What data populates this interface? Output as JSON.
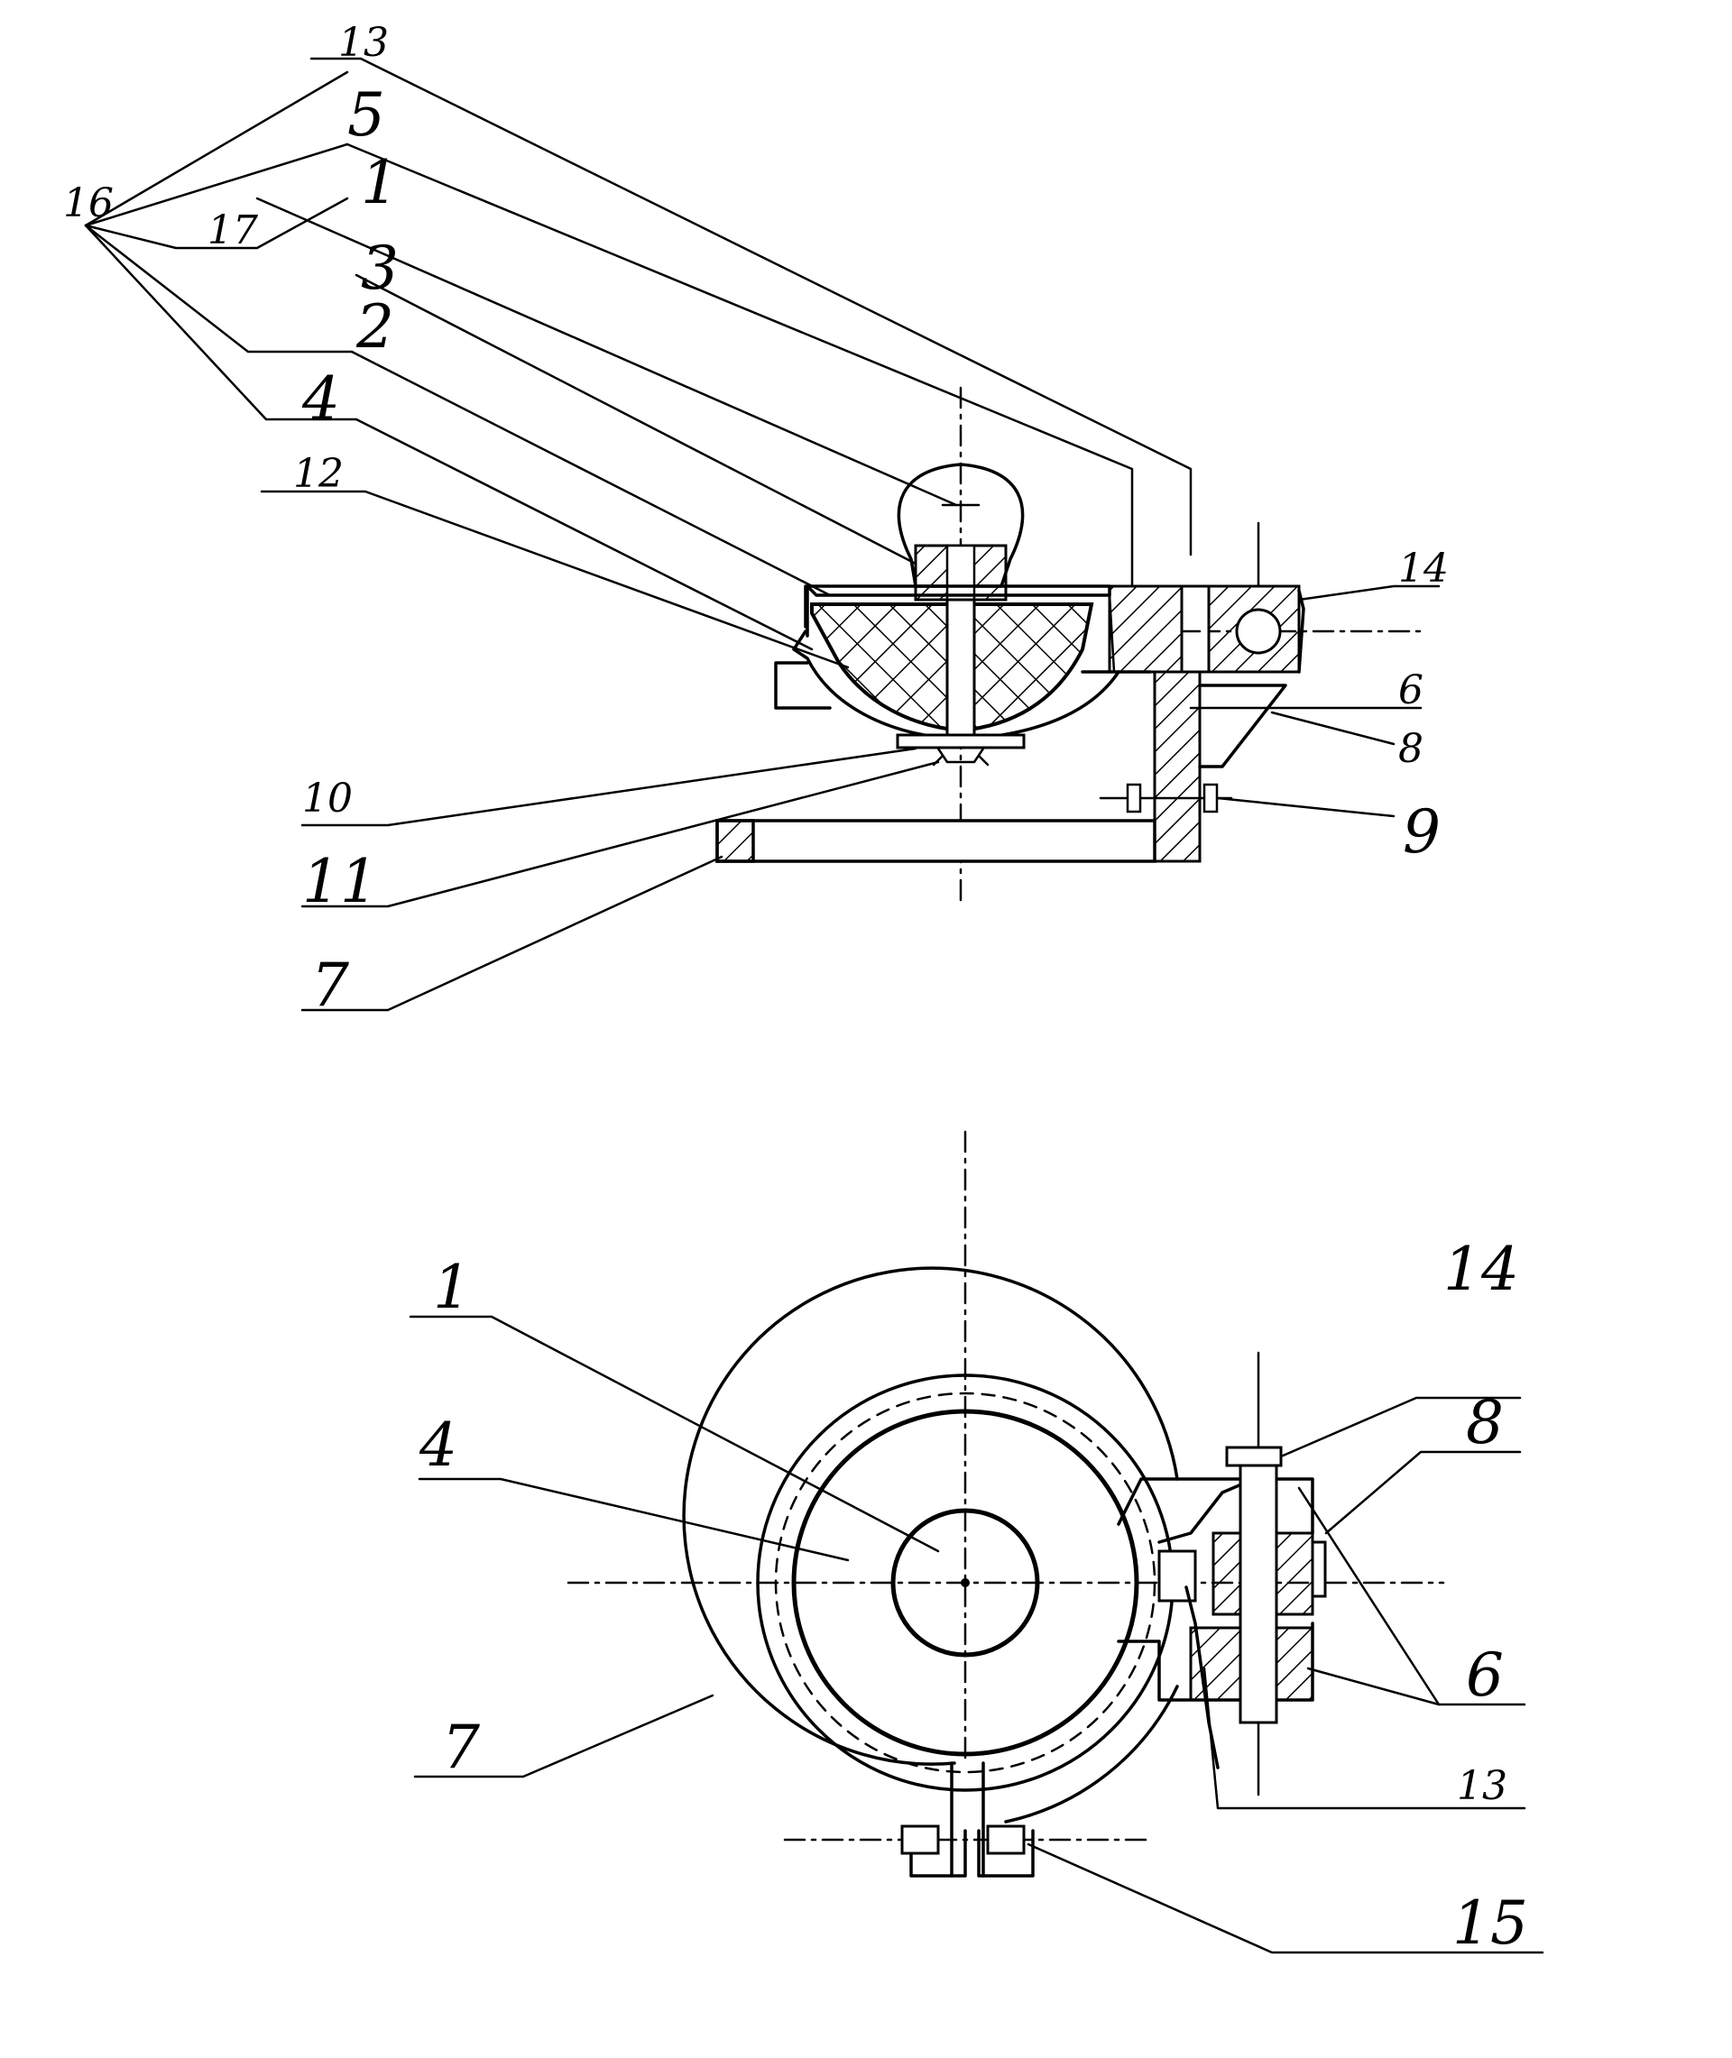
{
  "top_view": {
    "labels": {
      "l13": "13",
      "l5": "5",
      "l16": "16",
      "l17": "17",
      "l1": "1",
      "l3": "3",
      "l2": "2",
      "l4": "4",
      "l12": "12",
      "l14": "14",
      "l6": "6",
      "l8": "8",
      "l10": "10",
      "l9": "9",
      "l11": "11",
      "l7": "7"
    }
  },
  "bottom_view": {
    "labels": {
      "l1": "1",
      "l4": "4",
      "l14": "14",
      "l8": "8",
      "l6": "6",
      "l7": "7",
      "l13": "13",
      "l15": "15"
    }
  },
  "colors": {
    "ink": "#000000",
    "paper": "#ffffff"
  }
}
